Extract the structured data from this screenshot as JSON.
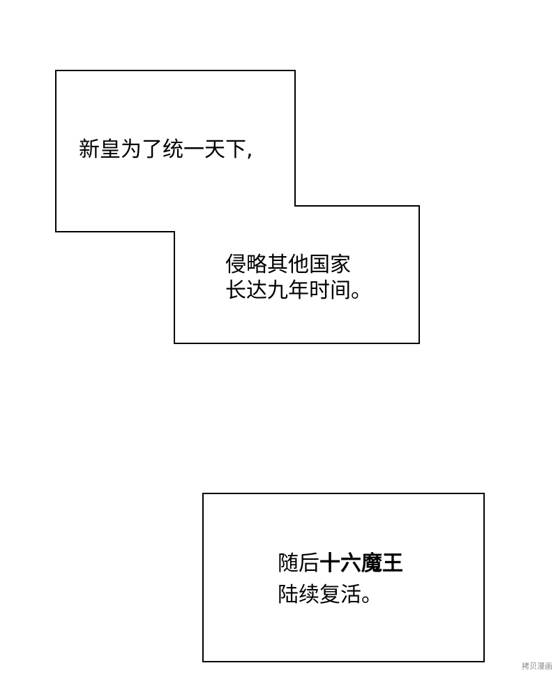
{
  "captions": {
    "box1_line1": "新皇为了统一天下,",
    "box1_line2": "侵略其他国家",
    "box1_line3": "长达九年时间。",
    "box2_line1_normal": "随后",
    "box2_line1_bold": "十六魔王",
    "box2_line2": "陆续复活。"
  },
  "watermark": "拷贝漫画",
  "colors": {
    "background": "#ffffff",
    "border": "#000000",
    "text": "#000000"
  }
}
